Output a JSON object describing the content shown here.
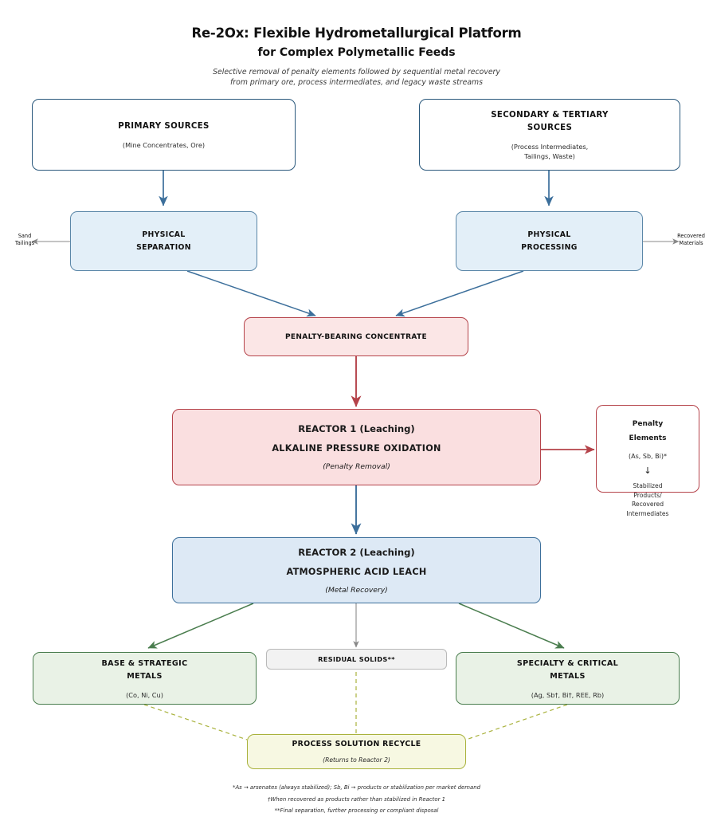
{
  "header": {
    "title_line1": "Re-2Ox: Flexible Hydrometallurgical Platform",
    "title_line2": "for Complex Polymetallic Feeds",
    "subtitle_line1": "Selective removal of penalty elements followed by sequential metal recovery",
    "subtitle_line2": "from primary ore, process intermediates, and legacy waste streams"
  },
  "nodes": {
    "primary_sources": {
      "title": "PRIMARY SOURCES",
      "detail": "(Mine Concentrates, Ore)"
    },
    "secondary_sources": {
      "title_line1": "SECONDARY & TERTIARY",
      "title_line2": "SOURCES",
      "detail_line1": "(Process Intermediates,",
      "detail_line2": "Tailings, Waste)"
    },
    "physical_separation": {
      "title_line1": "PHYSICAL",
      "title_line2": "SEPARATION"
    },
    "physical_processing": {
      "title_line1": "PHYSICAL",
      "title_line2": "PROCESSING"
    },
    "penalty_concentrate": {
      "title": "PENALTY-BEARING CONCENTRATE"
    },
    "reactor1": {
      "title": "REACTOR 1 (Leaching)",
      "process": "ALKALINE PRESSURE OXIDATION",
      "note": "(Penalty Removal)"
    },
    "penalty_elements": {
      "title_line1": "Penalty",
      "title_line2": "Elements",
      "elements": "(As, Sb, Bi)*",
      "arrow": "↓",
      "output_line1": "Stabilized",
      "output_line2": "Products/",
      "output_line3": "Recovered",
      "output_line4": "Intermediates"
    },
    "reactor2": {
      "title": "REACTOR 2 (Leaching)",
      "process": "ATMOSPHERIC ACID LEACH",
      "note": "(Metal Recovery)"
    },
    "base_metals": {
      "title_line1": "BASE & STRATEGIC",
      "title_line2": "METALS",
      "detail": "(Co, Ni, Cu)"
    },
    "residual_solids": {
      "title": "RESIDUAL SOLIDS**"
    },
    "specialty_metals": {
      "title_line1": "SPECIALTY & CRITICAL",
      "title_line2": "METALS",
      "detail": "(Ag, Sb†, Bi†, REE, Rb)"
    },
    "process_recycle": {
      "title": "PROCESS SOLUTION RECYCLE",
      "detail": "(Returns to Reactor 2)"
    }
  },
  "edge_labels": {
    "sand_tailings_line1": "Sand",
    "sand_tailings_line2": "Tailings",
    "recovered_materials_line1": "Recovered",
    "recovered_materials_line2": "Materials"
  },
  "footnotes": {
    "note1": "*As → arsenates (always stabilized); Sb, Bi → products or stabilization per market demand",
    "note2": "†When recovered as products rather than stabilized in Reactor 1",
    "note3": "**Final separation, further processing or compliant disposal"
  },
  "colors": {
    "source_border": "#2a587c",
    "physical_fill": "#e3eff8",
    "penalty_border": "#b5434a",
    "reactor2_border": "#3c6f9b",
    "product_border": "#4a7d4e",
    "recycle_border": "#a9b23c",
    "residual_border": "#b9b9b9"
  }
}
